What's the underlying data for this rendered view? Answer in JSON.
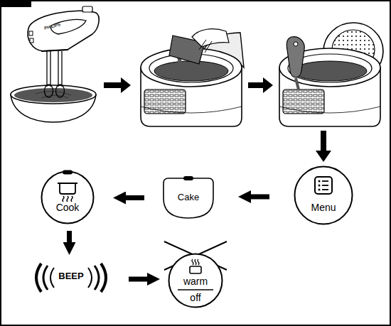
{
  "diagram": {
    "nodes": [
      {
        "text": [
          "Menu"
        ]
      },
      {
        "text": [
          "Cake"
        ]
      },
      {
        "text": [
          "Cook"
        ]
      },
      {
        "text": [
          "BEEP"
        ]
      },
      {
        "text": [
          "warm",
          "off"
        ]
      }
    ],
    "edges": [
      {
        "from": 0,
        "to": 1,
        "arrow": "to"
      },
      {
        "from": 1,
        "to": 2,
        "arrow": "to"
      },
      {
        "from": 2,
        "to": 3,
        "arrow": "to"
      },
      {
        "from": 3,
        "to": 4,
        "arrow": "to"
      }
    ],
    "labels": [
      "PHILIPS"
    ]
  }
}
